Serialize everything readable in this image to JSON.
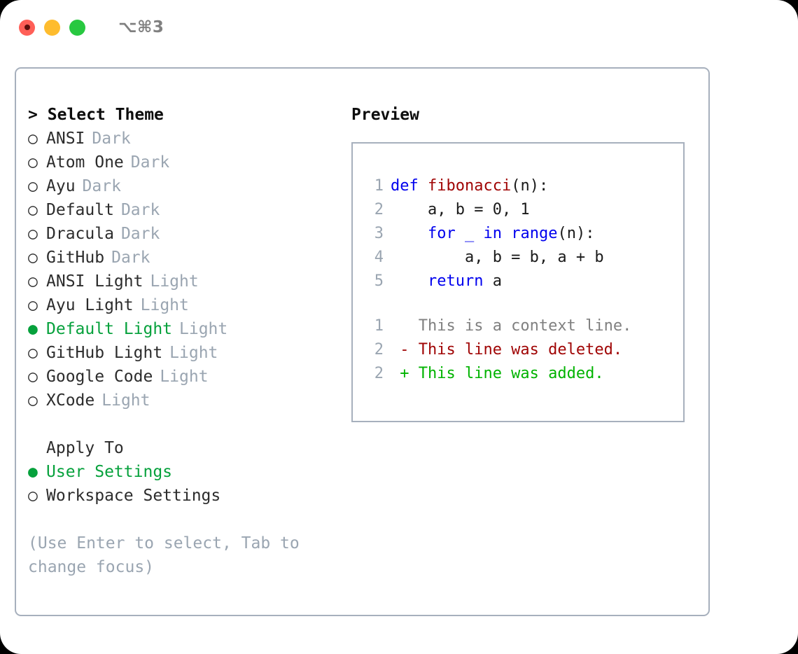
{
  "titlebar": {
    "shortcut": "⌥⌘3",
    "lights": [
      {
        "name": "close",
        "color": "#ff5f57"
      },
      {
        "name": "minimize",
        "color": "#febc2e"
      },
      {
        "name": "maximize",
        "color": "#28c840"
      }
    ]
  },
  "accent_color": "#06a13c",
  "muted_color": "#9aa5b1",
  "theme_picker": {
    "caret": ">",
    "title": "Select Theme",
    "marker_selected": "●",
    "marker_unselected": "○",
    "items": [
      {
        "name": "ANSI",
        "category": "Dark",
        "selected": false
      },
      {
        "name": "Atom One",
        "category": "Dark",
        "selected": false
      },
      {
        "name": "Ayu",
        "category": "Dark",
        "selected": false
      },
      {
        "name": "Default",
        "category": "Dark",
        "selected": false
      },
      {
        "name": "Dracula",
        "category": "Dark",
        "selected": false
      },
      {
        "name": "GitHub",
        "category": "Dark",
        "selected": false
      },
      {
        "name": "ANSI Light",
        "category": "Light",
        "selected": false
      },
      {
        "name": "Ayu Light",
        "category": "Light",
        "selected": false
      },
      {
        "name": "Default Light",
        "category": "Light",
        "selected": true
      },
      {
        "name": "GitHub Light",
        "category": "Light",
        "selected": false
      },
      {
        "name": "Google Code",
        "category": "Light",
        "selected": false
      },
      {
        "name": "XCode",
        "category": "Light",
        "selected": false
      }
    ]
  },
  "apply_to": {
    "label": "Apply To",
    "items": [
      {
        "name": "User Settings",
        "selected": true
      },
      {
        "name": "Workspace Settings",
        "selected": false
      }
    ]
  },
  "hint": "(Use Enter to select, Tab to change focus)",
  "preview": {
    "title": "Preview",
    "code_lines": [
      {
        "num": "1",
        "tokens": [
          {
            "t": "def ",
            "c": "kw"
          },
          {
            "t": "fibonacci",
            "c": "fn"
          },
          {
            "t": "(n):",
            "c": "pl"
          }
        ]
      },
      {
        "num": "2",
        "tokens": [
          {
            "t": "    a, b = 0, 1",
            "c": "pl"
          }
        ]
      },
      {
        "num": "3",
        "tokens": [
          {
            "t": "    ",
            "c": "pl"
          },
          {
            "t": "for",
            "c": "kw"
          },
          {
            "t": " _ ",
            "c": "kw"
          },
          {
            "t": "in range",
            "c": "kw"
          },
          {
            "t": "(n):",
            "c": "pl"
          }
        ]
      },
      {
        "num": "4",
        "tokens": [
          {
            "t": "        a, b = b, a + b",
            "c": "pl"
          }
        ]
      },
      {
        "num": "5",
        "tokens": [
          {
            "t": "    ",
            "c": "pl"
          },
          {
            "t": "return",
            "c": "kw"
          },
          {
            "t": " a",
            "c": "pl"
          }
        ]
      }
    ],
    "diff_lines": [
      {
        "num": "1",
        "sign": "  ",
        "text": "This is a context line.",
        "c": "ctx"
      },
      {
        "num": "2",
        "sign": "- ",
        "text": "This line was deleted.",
        "c": "del"
      },
      {
        "num": "2",
        "sign": "+ ",
        "text": "This line was added.",
        "c": "add"
      }
    ]
  }
}
